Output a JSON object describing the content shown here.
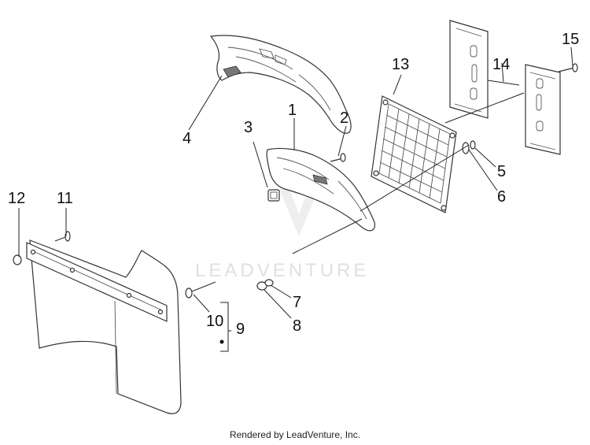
{
  "callouts": {
    "c1": "1",
    "c2": "2",
    "c3": "3",
    "c4": "4",
    "c5": "5",
    "c6": "6",
    "c7": "7",
    "c8": "8",
    "c9": "9",
    "c10": "10",
    "c11": "11",
    "c12": "12",
    "c13": "13",
    "c14": "14",
    "c15": "15"
  },
  "watermark": "LEADVENTURE",
  "footer": "Rendered by LeadVenture, Inc.",
  "colors": {
    "ink": "#333333",
    "watermark": "#e0e0e0",
    "background": "#ffffff"
  },
  "icons": [
    "leadventure-logo-icon"
  ]
}
